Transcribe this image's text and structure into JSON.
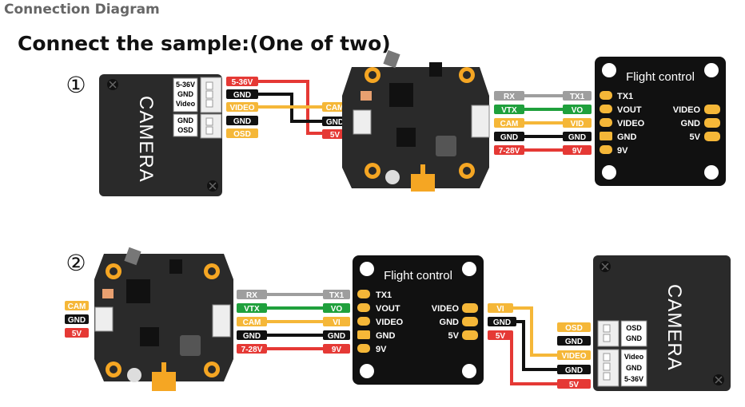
{
  "header": {
    "title": "Connection Diagram",
    "subtitle": "Connect the sample:(One of two)"
  },
  "colors": {
    "red": "#e53935",
    "black": "#111111",
    "yellow": "#f5b738",
    "green": "#1fa03c",
    "gray": "#9e9e9e",
    "board": "#2a2a2a",
    "pad": "#f5a623"
  },
  "diagram1": {
    "marker": "①",
    "camera": {
      "label": "CAMERA",
      "pins_top": [
        "5-36V",
        "GND",
        "Video"
      ],
      "pins_bottom": [
        "GND",
        "OSD"
      ]
    },
    "cam_wires": [
      "5-36V",
      "GND",
      "VIDEO",
      "GND",
      "OSD"
    ],
    "vtx_pads": [
      "CAM",
      "GND",
      "5V"
    ],
    "vtx_right": [
      "RX",
      "VTX",
      "CAM",
      "GND",
      "7-28V"
    ],
    "fc_left_tags": [
      "TX1",
      "VO",
      "VID",
      "GND",
      "9V"
    ],
    "fc": {
      "title": "Flight control",
      "left": [
        "TX1",
        "VOUT",
        "VIDEO",
        "GND",
        "9V"
      ],
      "right": [
        "VIDEO",
        "GND",
        "5V"
      ]
    }
  },
  "diagram2": {
    "marker": "②",
    "vtx_left": [
      "CAM",
      "GND",
      "5V"
    ],
    "vtx_right": [
      "RX",
      "VTX",
      "CAM",
      "GND",
      "7-28V"
    ],
    "fc_left_tags": [
      "TX1",
      "VO",
      "VI",
      "GND",
      "9V"
    ],
    "fc": {
      "title": "Flight control",
      "left": [
        "TX1",
        "VOUT",
        "VIDEO",
        "GND",
        "9V"
      ],
      "right": [
        "VIDEO",
        "GND",
        "5V"
      ]
    },
    "fc_out": [
      "VI",
      "GND",
      "5V"
    ],
    "cam_wires": [
      "OSD",
      "GND",
      "VIDEO",
      "GND",
      "5V"
    ],
    "camera": {
      "label": "CAMERA",
      "pins_top": [
        "OSD",
        "GND"
      ],
      "pins_bottom": [
        "Video",
        "GND",
        "5-36V"
      ]
    }
  }
}
